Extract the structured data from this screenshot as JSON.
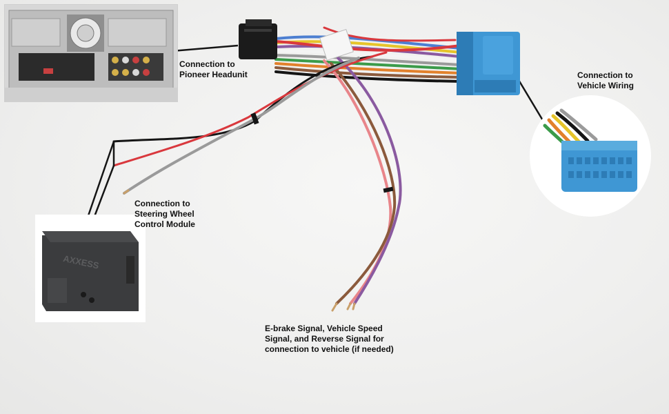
{
  "labels": {
    "headunit": [
      "Connection to",
      "Pioneer Headunit"
    ],
    "vehicle_wiring": [
      "Connection to",
      "Vehicle Wiring"
    ],
    "steering_module": [
      "Connection to",
      "Steering Wheel",
      "Control Module"
    ],
    "signals": [
      "E-brake Signal, Vehicle Speed",
      "Signal, and Reverse Signal for",
      "connection to vehicle (if needed)"
    ]
  },
  "module_logo_text": "AXXESS",
  "colors": {
    "connector_blue": "#3f97d4",
    "connector_blue_dark": "#2d7cb6",
    "plug_black": "#1b1b1b",
    "module_body": "#3b3c3e",
    "wire_red": "#d9383d",
    "wire_pink": "#e8858a",
    "wire_purple": "#8a5aa0",
    "wire_brown": "#8b5a3c",
    "wire_gray": "#9a9a9a",
    "wire_black": "#151515",
    "wire_yellow": "#e6c42a",
    "wire_green": "#3b9b4a",
    "wire_orange": "#e2812c",
    "wire_blue": "#4d7fd1",
    "wire_white": "#f4f4f4"
  }
}
